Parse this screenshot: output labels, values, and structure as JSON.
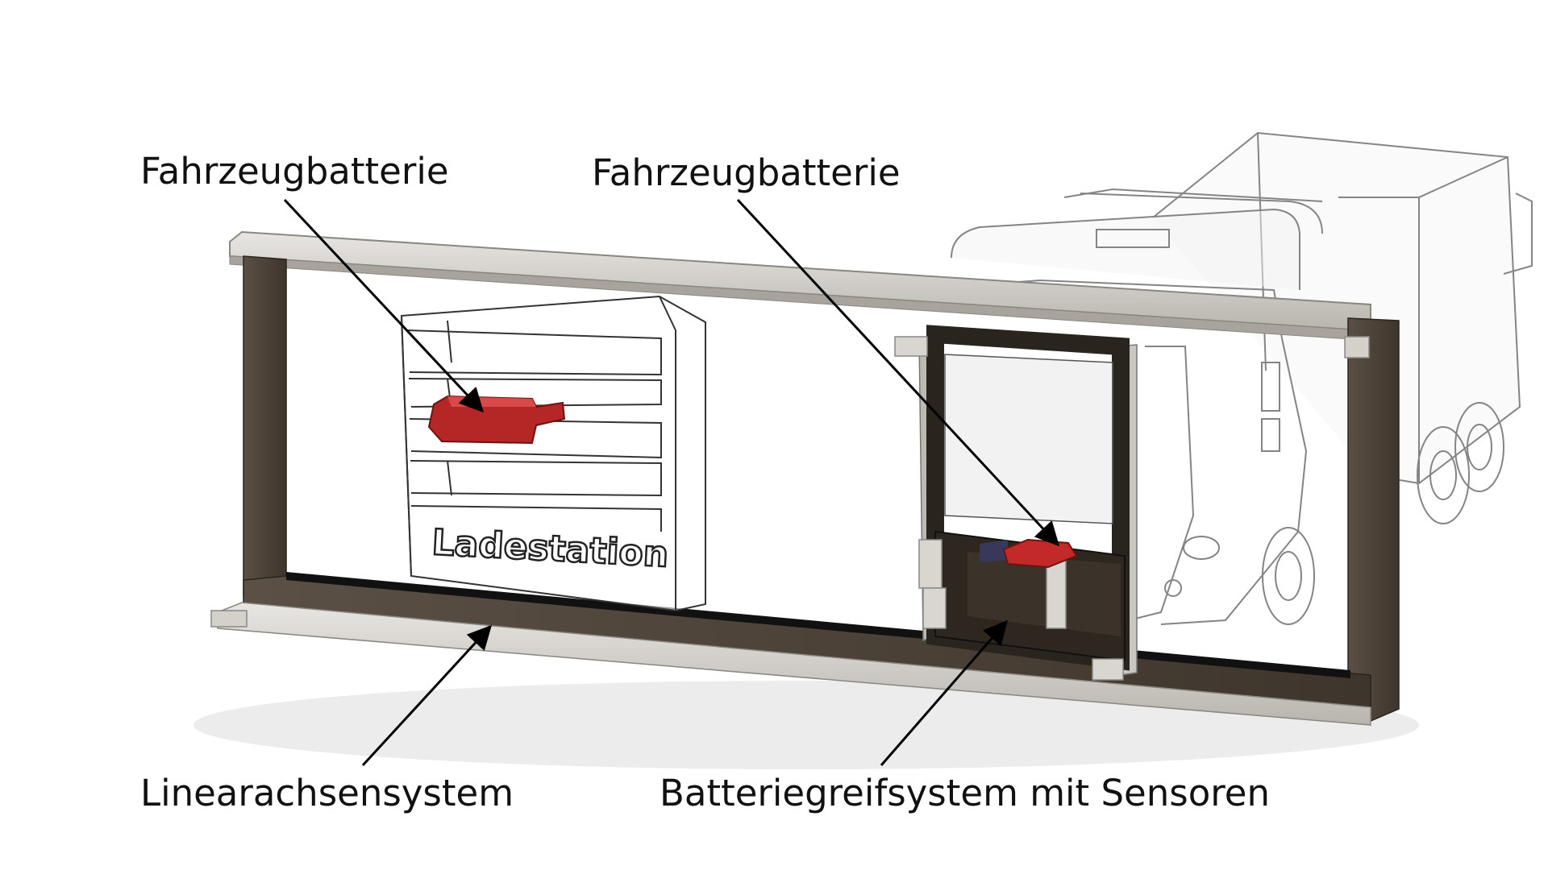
{
  "labels": {
    "battery_left": "Fahrzeugbatterie",
    "battery_right": "Fahrzeugbatterie",
    "linear_axis": "Linearachsensystem",
    "gripper": "Batteriegreifsystem mit Sensoren"
  },
  "station": {
    "engraving": "Ladestation"
  },
  "colors": {
    "battery": "#b52626",
    "frame": "#4a4035",
    "rail": "#c9c6c0",
    "outline": "#555555",
    "arrow": "#000000"
  }
}
